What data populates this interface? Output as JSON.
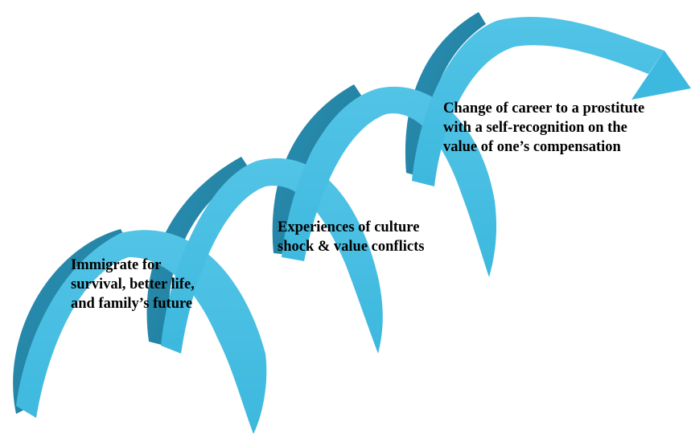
{
  "diagram": {
    "stages": [
      {
        "text": "Immigrate for\nsurvival, better life,\nand family’s future"
      },
      {
        "text": "Experiences of culture\nshock & value conflicts"
      },
      {
        "text": "Change of career to a prostitute\nwith a self-recognition on the\nvalue of one’s compensation"
      }
    ],
    "colors": {
      "ribbon_front": "#3db8de",
      "ribbon_front_light": "#52c4e6",
      "ribbon_back": "#2a8fb2",
      "ribbon_back_dark": "#1f7a9a",
      "text": "#000000",
      "background": "#ffffff"
    }
  }
}
